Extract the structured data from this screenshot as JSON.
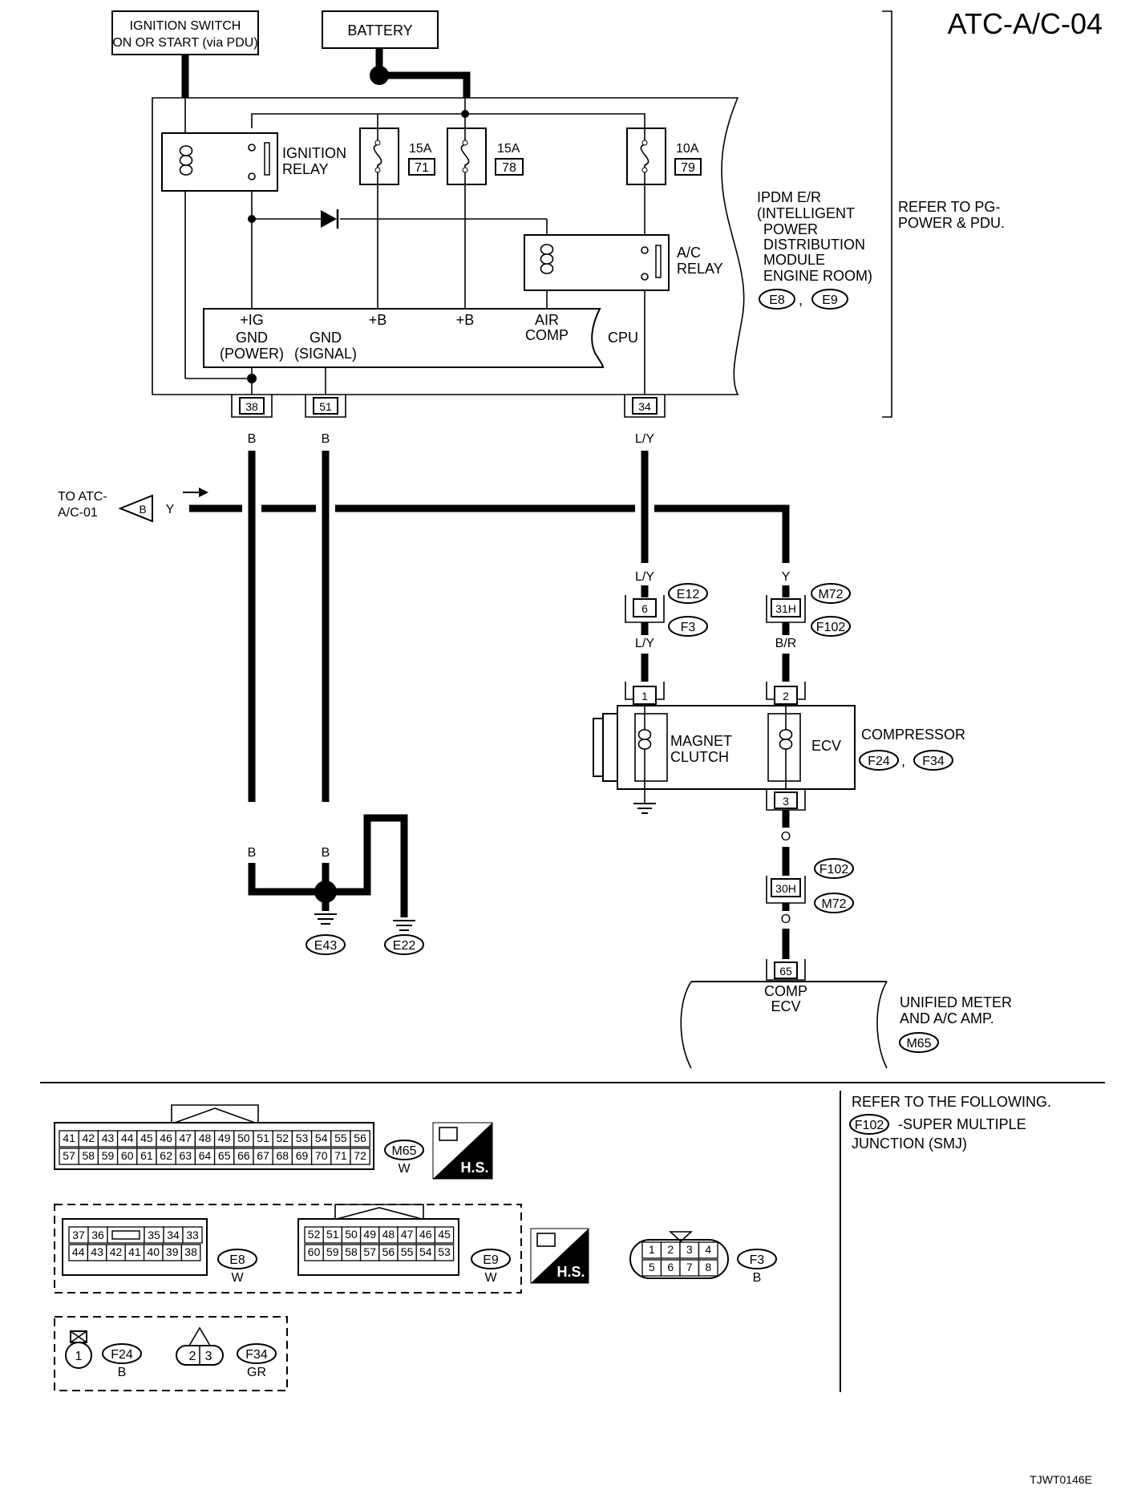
{
  "header": {
    "page_title": "ATC-A/C-04",
    "figure_id": "TJWT0146E"
  },
  "sources": {
    "ignition_switch": [
      "IGNITION SWITCH",
      "ON OR START (via PDU)"
    ],
    "battery": "BATTERY"
  },
  "ipdm": {
    "ignition_relay": [
      "IGNITION",
      "RELAY"
    ],
    "fuses": [
      {
        "amp": "15A",
        "num": "71"
      },
      {
        "amp": "15A",
        "num": "78"
      },
      {
        "amp": "10A",
        "num": "79"
      }
    ],
    "ac_relay": [
      "A/C",
      "RELAY"
    ],
    "cpu_labels": {
      "ig": "+IG",
      "b1": "+B",
      "b2": "+B",
      "air_comp": [
        "AIR",
        "COMP"
      ],
      "gnd_power": [
        "GND",
        "(POWER)"
      ],
      "gnd_signal": [
        "GND",
        "(SIGNAL)"
      ],
      "cpu": "CPU"
    },
    "desc": [
      "IPDM E/R",
      "(INTELLIGENT",
      "POWER",
      "DISTRIBUTION",
      "MODULE",
      "ENGINE ROOM)"
    ],
    "connectors": [
      "E8",
      "E9"
    ],
    "refer": [
      "REFER TO PG-",
      "POWER & PDU."
    ]
  },
  "terminals": {
    "t38": "38",
    "t51": "51",
    "t34": "34",
    "t6": "6",
    "t31h": "31H",
    "t1": "1",
    "t2": "2",
    "t3": "3",
    "t30h": "30H",
    "t65": "65"
  },
  "wire_colors": {
    "b": "B",
    "ly": "L/Y",
    "y": "Y",
    "br": "B/R",
    "o": "O"
  },
  "to_atc": {
    "label": [
      "TO ATC-",
      "A/C-01"
    ],
    "connector": "B",
    "wire": "Y"
  },
  "connector_refs": {
    "e12": "E12",
    "f3": "F3",
    "m72": "M72",
    "f102": "F102",
    "f24": "F24",
    "f34": "F34",
    "e43": "E43",
    "e22": "E22",
    "m65": "M65"
  },
  "compressor": {
    "label": "COMPRESSOR",
    "magnet_clutch": [
      "MAGNET",
      "CLUTCH"
    ],
    "ecv": "ECV"
  },
  "meter": {
    "signal": [
      "COMP",
      "ECV"
    ],
    "label": [
      "UNIFIED METER",
      "AND A/C AMP."
    ]
  },
  "legend": {
    "refer": [
      "REFER TO THE FOLLOWING.",
      "-SUPER MULTIPLE",
      "JUNCTION (SMJ)"
    ],
    "refer_connector": "F102",
    "m65": {
      "id": "M65",
      "color": "W",
      "row1": [
        "41",
        "42",
        "43",
        "44",
        "45",
        "46",
        "47",
        "48",
        "49",
        "50",
        "51",
        "52",
        "53",
        "54",
        "55",
        "56"
      ],
      "row2": [
        "57",
        "58",
        "59",
        "60",
        "61",
        "62",
        "63",
        "64",
        "65",
        "66",
        "67",
        "68",
        "69",
        "70",
        "71",
        "72"
      ]
    },
    "e8": {
      "id": "E8",
      "color": "W",
      "row1": [
        "37",
        "36",
        "",
        "35",
        "34",
        "33"
      ],
      "row2": [
        "44",
        "43",
        "42",
        "41",
        "40",
        "39",
        "38"
      ]
    },
    "e9": {
      "id": "E9",
      "color": "W",
      "row1": [
        "52",
        "51",
        "50",
        "49",
        "48",
        "47",
        "46",
        "45"
      ],
      "row2": [
        "60",
        "59",
        "58",
        "57",
        "56",
        "55",
        "54",
        "53"
      ]
    },
    "f3": {
      "id": "F3",
      "color": "B",
      "row1": [
        "1",
        "2",
        "3",
        "4"
      ],
      "row2": [
        "5",
        "6",
        "7",
        "8"
      ]
    },
    "f24": {
      "id": "F24",
      "color": "B",
      "pin": "1"
    },
    "f34": {
      "id": "F34",
      "color": "GR",
      "pins": [
        "2",
        "3"
      ]
    },
    "hs": "H.S."
  }
}
